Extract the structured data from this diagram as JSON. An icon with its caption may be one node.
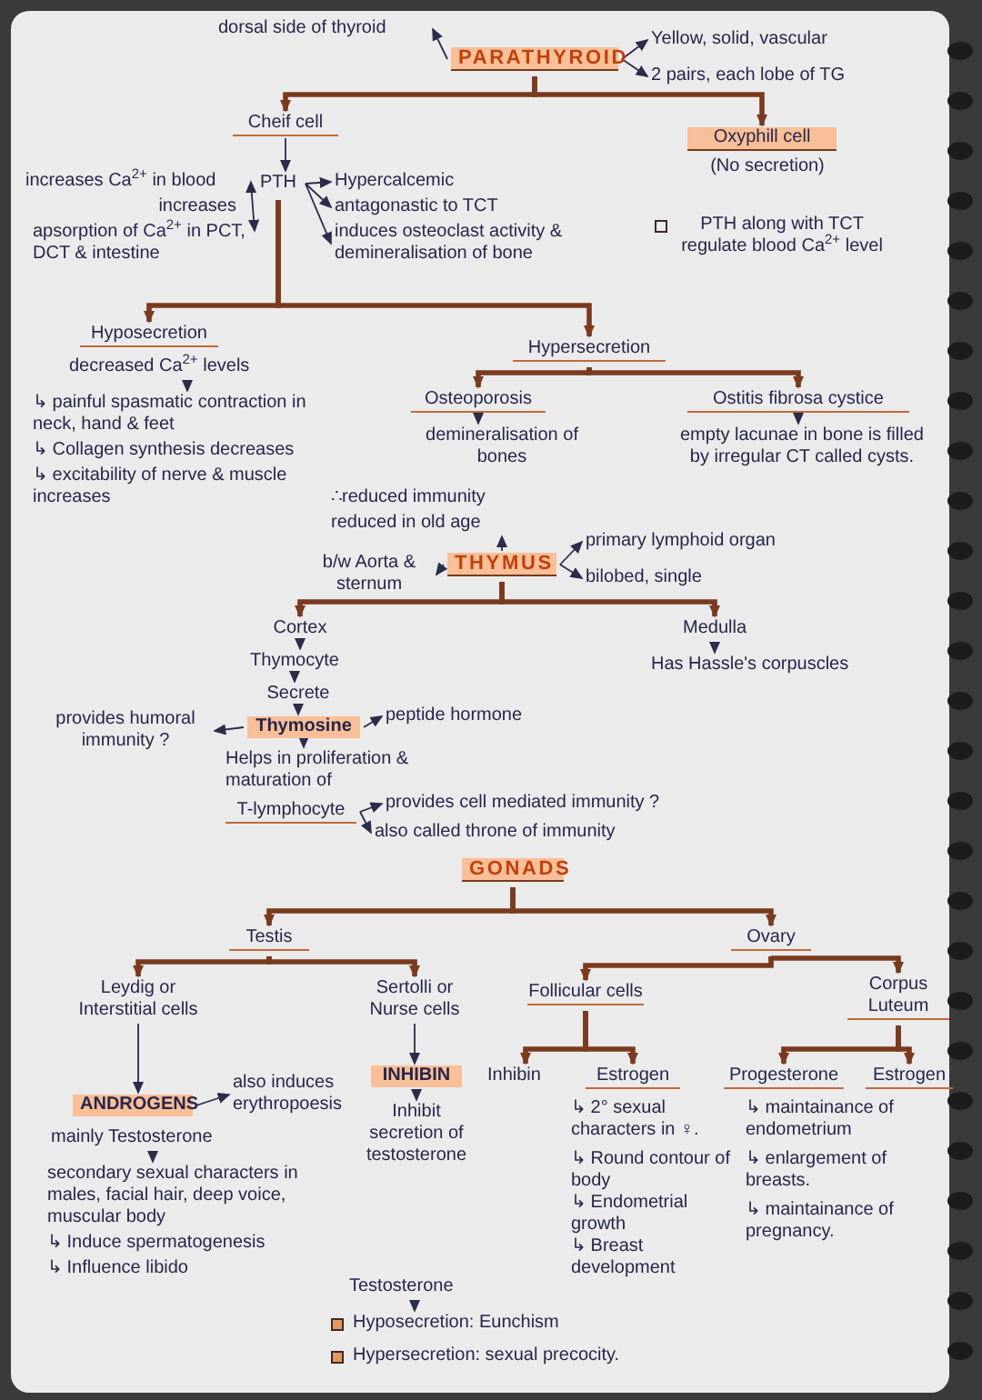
{
  "diagram": {
    "nodes": [
      {
        "text": [
          "dorsal side of thyroid"
        ]
      },
      {
        "text": [
          "PARATHYROID"
        ]
      },
      {
        "text": [
          "Yellow, solid, vascular"
        ]
      },
      {
        "text": [
          "2 pairs, each lobe of TG"
        ]
      },
      {
        "text": [
          "Cheif cell"
        ]
      },
      {
        "text": [
          "Oxyphill cell"
        ],
        "beside": [
          "(No secretion)"
        ]
      },
      {
        "text": [
          "PTH"
        ]
      },
      {
        "text": [
          "increases Ca$^{2+}$ in blood"
        ]
      },
      {
        "text": [
          "increases",
          "apsorption of Ca$^{2+}$ in PCT, DCT & intestine"
        ]
      },
      {
        "text": [
          "Hypercalcemic"
        ]
      },
      {
        "text": [
          "antagonastic to TCT"
        ]
      },
      {
        "text": [
          "induces osteoclast activity & demineralisation of bone"
        ]
      },
      {
        "text": [
          "Hyposecretion"
        ]
      },
      {
        "text": [
          "decreased Ca$^{2+}$ levels"
        ]
      },
      {
        "text": [
          "↳ painful spasmatic contraction in neck, hand & feet",
          "↳ Collagen synthesis decreases",
          "↳ excitability of nerve & muscle increases"
        ]
      },
      {
        "text": [
          "Hypersecretion"
        ]
      },
      {
        "text": [
          "Osteoporosis"
        ]
      },
      {
        "text": [
          "Ostitis fibrosa cystice"
        ]
      },
      {
        "text": [
          "demineralisation of bones"
        ]
      },
      {
        "text": [
          "empty lacunae in bone is filled by irregular CT called cysts."
        ]
      },
      {
        "text": [
          "∴reduced immunity",
          "reduced in old age"
        ]
      },
      {
        "text": [
          "b/w Aorta & sternum"
        ]
      },
      {
        "text": [
          "THYMUS"
        ]
      },
      {
        "text": [
          "primary lymphoid organ"
        ]
      },
      {
        "text": [
          "bilobed, single"
        ]
      },
      {
        "text": [
          "Cortex"
        ]
      },
      {
        "text": [
          "Medulla"
        ]
      },
      {
        "text": [
          "Thymocyte"
        ]
      },
      {
        "text": [
          "Has Hassle's corpuscles"
        ]
      },
      {
        "text": [
          "Secrete"
        ]
      },
      {
        "text": [
          "provides humoral immunity ?"
        ]
      },
      {
        "text": [
          "Thymosine"
        ]
      },
      {
        "text": [
          "peptide hormone"
        ]
      },
      {
        "text": [
          "Helps in proliferation & maturation of"
        ]
      },
      {
        "text": [
          "T-lymphocyte"
        ]
      },
      {
        "text": [
          "provides cell mediated immunity ?"
        ]
      },
      {
        "text": [
          "also called throne of immunity"
        ]
      },
      {
        "text": [
          "GONADS"
        ]
      },
      {
        "text": [
          "Testis"
        ]
      },
      {
        "text": [
          "Ovary"
        ]
      },
      {
        "text": [
          "Leydig or Interstitial cells"
        ]
      },
      {
        "text": [
          "Sertolli or Nurse cells"
        ]
      },
      {
        "text": [
          "Follicular cells"
        ]
      },
      {
        "text": [
          "Corpus Luteum"
        ]
      },
      {
        "text": [
          "ANDROGENS"
        ]
      },
      {
        "text": [
          "also induces erythropoesis"
        ]
      },
      {
        "text": [
          "INHIBIN"
        ]
      },
      {
        "text": [
          "Inhibin"
        ]
      },
      {
        "text": [
          "Estrogen"
        ]
      },
      {
        "text": [
          "Progesterone"
        ]
      },
      {
        "text": [
          "Estrogen"
        ]
      },
      {
        "text": [
          "mainly Testosterone"
        ]
      },
      {
        "text": [
          "secondary sexual characters in males, facial hair, deep voice, muscular body",
          "↳ Induce spermatogenesis",
          "↳ Influence libido"
        ]
      },
      {
        "text": [
          "Inhibit secretion of testosterone"
        ]
      },
      {
        "text": [
          "Testosterone"
        ]
      },
      {
        "text": [
          "Hyposecretion: Eunchism"
        ]
      }
    ],
    "edges": [
      {
        "from": 1,
        "to": 0,
        "arrow": "to"
      },
      {
        "from": 1,
        "to": 2,
        "arrow": "to"
      },
      {
        "from": 1,
        "to": 3,
        "arrow": "to"
      },
      {
        "from": 1,
        "to": 4,
        "arrow": "to",
        "style": "thick",
        "color": "#7a3a1e"
      },
      {
        "from": 1,
        "to": 5,
        "arrow": "to",
        "style": "thick",
        "color": "#7a3a1e"
      },
      {
        "from": 4,
        "to": 6,
        "arrow": "to"
      },
      {
        "from": 6,
        "to": 7,
        "arrow": "to"
      },
      {
        "from": 6,
        "to": 8,
        "arrow": "to"
      },
      {
        "from": 6,
        "to": 9,
        "arrow": "to"
      },
      {
        "from": 6,
        "to": 10,
        "arrow": "to"
      },
      {
        "from": 6,
        "to": 11,
        "arrow": "to"
      },
      {
        "from": 6,
        "to": 12,
        "arrow": "to",
        "style": "thick",
        "color": "#7a3a1e"
      },
      {
        "from": 6,
        "to": 15,
        "arrow": "to",
        "style": "thick",
        "color": "#7a3a1e"
      },
      {
        "from": 13,
        "to": 14,
        "arrow": "to"
      },
      {
        "from": 15,
        "to": 16,
        "arrow": "to",
        "style": "thick",
        "color": "#7a3a1e"
      },
      {
        "from": 15,
        "to": 17,
        "arrow": "to",
        "style": "thick",
        "color": "#7a3a1e"
      },
      {
        "from": 16,
        "to": 18,
        "arrow": "to"
      },
      {
        "from": 17,
        "to": 19,
        "arrow": "to"
      },
      {
        "from": 22,
        "to": 20,
        "arrow": "to"
      },
      {
        "from": 22,
        "to": 21,
        "arrow": "to"
      },
      {
        "from": 22,
        "to": 23,
        "arrow": "to"
      },
      {
        "from": 22,
        "to": 24,
        "arrow": "to"
      },
      {
        "from": 22,
        "to": 25,
        "arrow": "to",
        "style": "thick",
        "color": "#7a3a1e"
      },
      {
        "from": 22,
        "to": 26,
        "arrow": "to",
        "style": "thick",
        "color": "#7a3a1e"
      },
      {
        "from": 25,
        "to": 27,
        "arrow": "to"
      },
      {
        "from": 26,
        "to": 28,
        "arrow": "to"
      },
      {
        "from": 27,
        "to": 29,
        "arrow": "to"
      },
      {
        "from": 29,
        "to": 31,
        "arrow": "to"
      },
      {
        "from": 31,
        "to": 30,
        "arrow": "to"
      },
      {
        "from": 31,
        "to": 32,
        "arrow": "to"
      },
      {
        "from": 31,
        "to": 33,
        "arrow": "to"
      },
      {
        "from": 34,
        "to": 35,
        "arrow": "to"
      },
      {
        "from": 34,
        "to": 36,
        "arrow": "to"
      },
      {
        "from": 37,
        "to": 38,
        "arrow": "to",
        "style": "thick",
        "color": "#7a3a1e"
      },
      {
        "from": 37,
        "to": 39,
        "arrow": "to",
        "style": "thick",
        "color": "#7a3a1e"
      },
      {
        "from": 38,
        "to": 40,
        "arrow": "to",
        "style": "thick",
        "color": "#7a3a1e"
      },
      {
        "from": 38,
        "to": 41,
        "arrow": "to",
        "style": "thick",
        "color": "#7a3a1e"
      },
      {
        "from": 39,
        "to": 42,
        "arrow": "to",
        "style": "thick",
        "color": "#7a3a1e"
      },
      {
        "from": 39,
        "to": 43,
        "arrow": "to",
        "style": "thick",
        "color": "#7a3a1e"
      },
      {
        "from": 40,
        "to": 44,
        "arrow": "to"
      },
      {
        "from": 44,
        "to": 45,
        "arrow": "to"
      },
      {
        "from": 41,
        "to": 46,
        "arrow": "to"
      },
      {
        "from": 42,
        "to": 47,
        "arrow": "to",
        "style": "thick",
        "color": "#7a3a1e"
      },
      {
        "from": 42,
        "to": 48,
        "arrow": "to",
        "style": "thick",
        "color": "#7a3a1e"
      },
      {
        "from": 43,
        "to": 49,
        "arrow": "to",
        "style": "thick",
        "color": "#7a3a1e"
      },
      {
        "from": 43,
        "to": 50,
        "arrow": "to",
        "style": "thick",
        "color": "#7a3a1e"
      },
      {
        "from": 51,
        "to": 52,
        "arrow": "to"
      },
      {
        "from": 46,
        "to": 53,
        "arrow": "to"
      },
      {
        "from": 54,
        "to": 55,
        "arrow": "to"
      }
    ],
    "labels": [
      "PTH along with TCT regulate blood Ca$^{2+}$ level",
      "↳ 2° sexual characters in ♀.",
      "↳ Round contour of body",
      "↳ Endometrial growth",
      "↳ Breast development",
      "↳ maintainance of endometrium",
      "↳ enlargement of breasts.",
      "↳ maintainance of pregnancy.",
      "Hypersecretion: sexual precocity."
    ]
  }
}
